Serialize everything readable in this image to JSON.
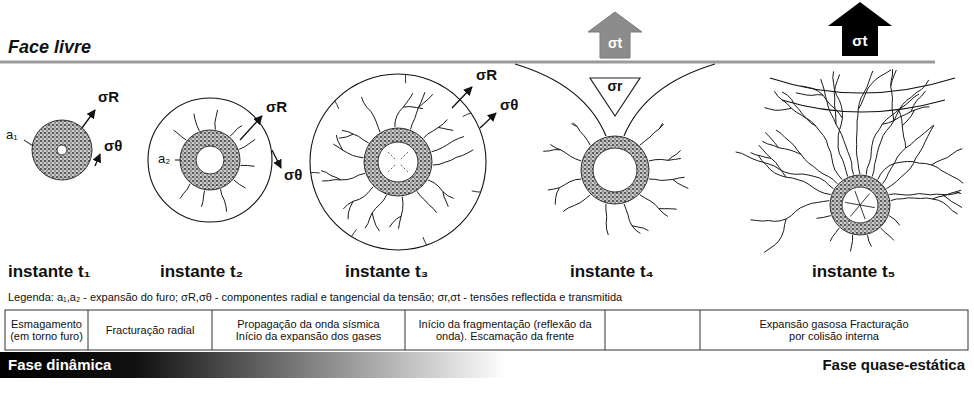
{
  "diagram": {
    "labels": [
      "Face livre",
      "σR",
      "σθ",
      "a₁",
      "a₂",
      "σR",
      "σθ",
      "σR",
      "σθ",
      "σt",
      "σr",
      "σt",
      "instante t₁",
      "instante t₂",
      "instante t₃",
      "instante t₄",
      "instante t₅",
      "Legenda: a₁,a₂ - expansão do furo; σR,σθ - componentes radial e tangencial da tensão; σr,σt - tensões reflectida e transmitida",
      "Esmagamento (em torno furo)",
      "Fracturação radial",
      "Propagação da onda sísmica Início da expansão dos gases",
      "Início da fragmentação (reflexão da onda). Escamação da frente",
      "Expansão gasosa Fracturação por colisão interna",
      "Fase dinâmica",
      "Fase quase-estática"
    ]
  }
}
